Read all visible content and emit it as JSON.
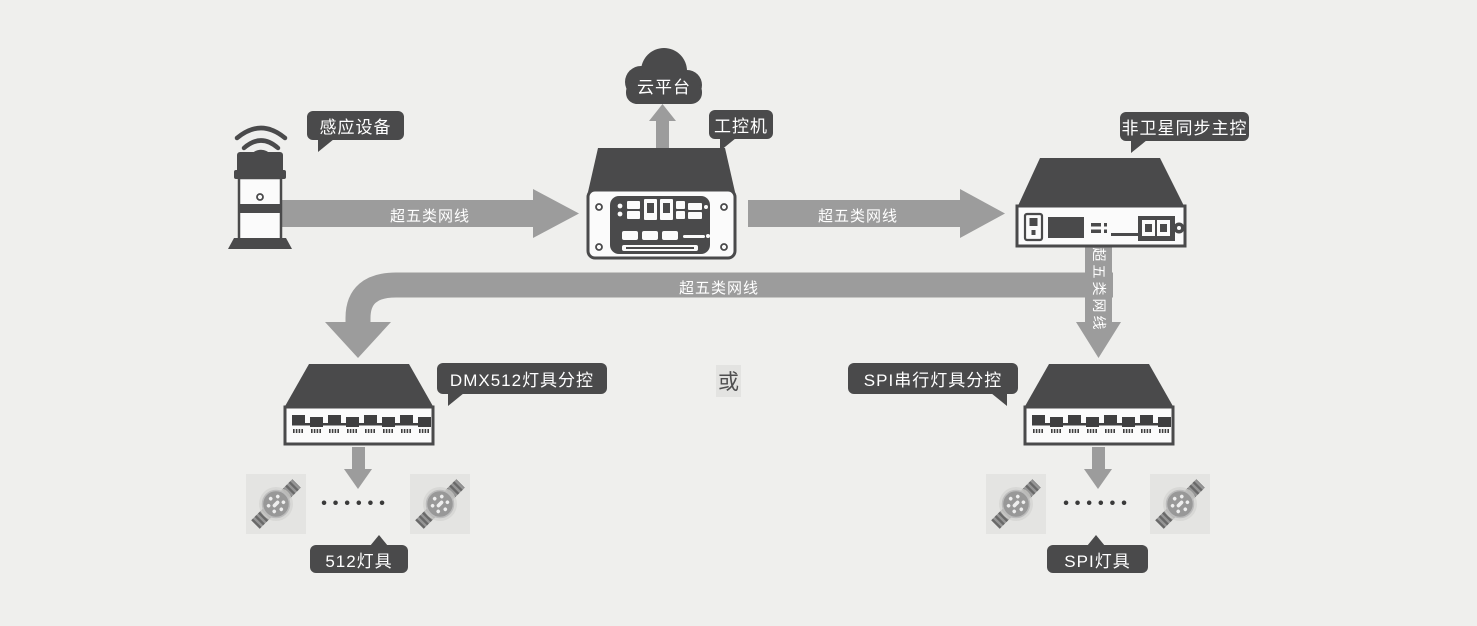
{
  "palette": {
    "background": "#efefed",
    "device_dark": "#4a4a4b",
    "arrow_gray": "#9c9c9c",
    "panel_white": "#fbfbfb"
  },
  "cloud": {
    "label": "云平台"
  },
  "sensor": {
    "label": "感应设备"
  },
  "ipc": {
    "label": "工控机"
  },
  "master": {
    "label": "非卫星同步主控"
  },
  "dmx_controller": {
    "label": "DMX512灯具分控"
  },
  "spi_controller": {
    "label": "SPI串行灯具分控"
  },
  "dmx_lights": {
    "label": "512灯具",
    "ellipsis": "••••••"
  },
  "spi_lights": {
    "label": "SPI灯具",
    "ellipsis": "••••••"
  },
  "cables": {
    "sensor_to_ipc": "超五类网线",
    "ipc_to_master": "超五类网线",
    "master_to_dmx": "超五类网线",
    "master_to_spi": "超五类网线"
  },
  "or_label": "或"
}
